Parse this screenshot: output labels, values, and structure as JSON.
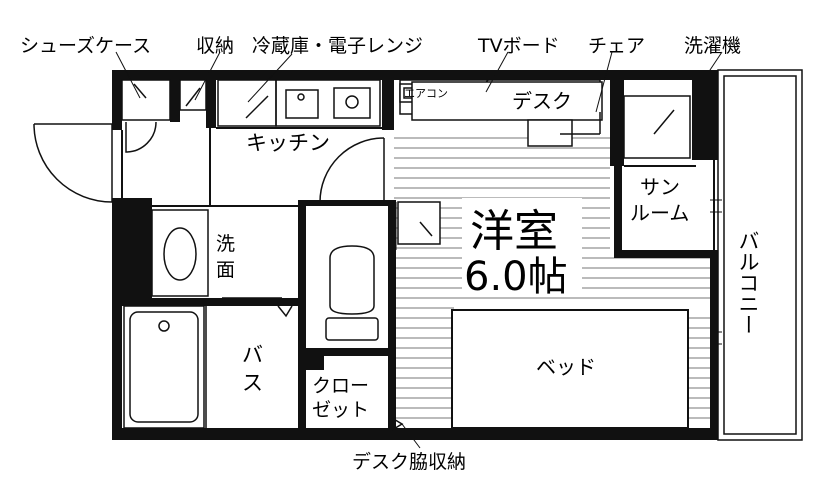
{
  "top_labels": {
    "shoe_case": "シューズケース",
    "storage": "収納",
    "fridge_microwave": "冷蔵庫・電子レンジ",
    "tv_board": "TVボード",
    "chair": "チェア",
    "washing_machine": "洗濯機"
  },
  "room_labels": {
    "air_conditioner": "エアコン",
    "desk": "デスク",
    "kitchen": "キッチン",
    "sunroom_line1": "サン",
    "sunroom_line2": "ルーム",
    "western_room": "洋室",
    "room_size": "6.0帖",
    "balcony": "バルコニー",
    "washstand_line1": "洗",
    "washstand_line2": "面",
    "bath_line1": "バ",
    "bath_line2": "ス",
    "closet_line1": "クロー",
    "closet_line2": "ゼット",
    "bed": "ベッド"
  },
  "bottom_labels": {
    "desk_side_storage": "デスク脇収納"
  }
}
